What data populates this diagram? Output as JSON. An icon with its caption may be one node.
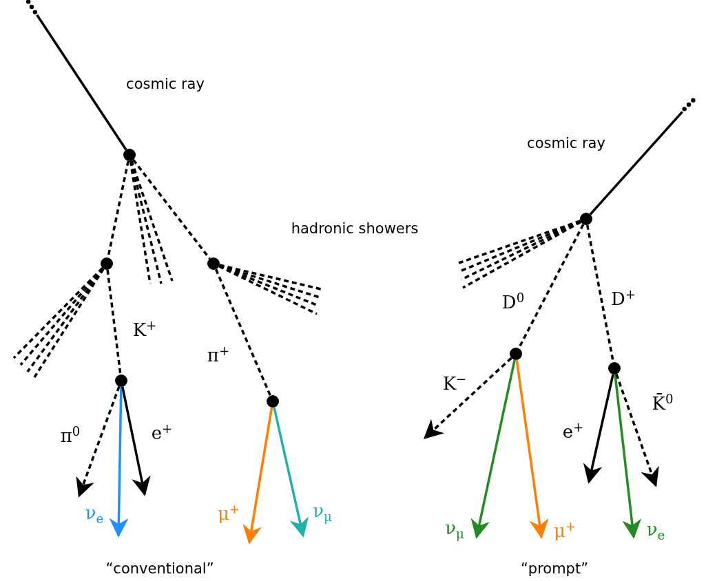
{
  "diagram": {
    "nodes": [
      {
        "text": [],
        "shape": "circle"
      },
      {
        "text": [],
        "shape": "circle"
      },
      {
        "text": [],
        "shape": "circle"
      },
      {
        "text": [],
        "shape": "circle"
      },
      {
        "text": [],
        "shape": "circle"
      },
      {
        "text": [],
        "shape": "circle"
      },
      {
        "text": [],
        "shape": "circle"
      },
      {
        "text": [],
        "shape": "circle"
      },
      {
        "text": [],
        "shape": "dots"
      },
      {
        "text": [],
        "shape": "dots"
      }
    ],
    "edges": [
      {
        "from": 8,
        "to": 0,
        "arrow": "none"
      },
      {
        "from": 0,
        "to": 1,
        "arrow": "none",
        "style": "dashed"
      },
      {
        "from": 0,
        "to": 2,
        "arrow": "none",
        "style": "dashed"
      },
      {
        "from": 0,
        "to": null,
        "arrow": "none",
        "style": "dashed"
      },
      {
        "from": 0,
        "to": null,
        "arrow": "none",
        "style": "dashed"
      },
      {
        "from": 0,
        "to": null,
        "arrow": "none",
        "style": "dashed"
      },
      {
        "from": 1,
        "to": null,
        "arrow": "none",
        "style": "dashed"
      },
      {
        "from": 1,
        "to": null,
        "arrow": "none",
        "style": "dashed"
      },
      {
        "from": 1,
        "to": null,
        "arrow": "none",
        "style": "dashed"
      },
      {
        "from": 1,
        "to": null,
        "arrow": "none",
        "style": "dashed"
      },
      {
        "from": 1,
        "to": 3,
        "label": "K$^{+}$",
        "arrow": "none",
        "style": "dashed"
      },
      {
        "from": 2,
        "to": null,
        "arrow": "none",
        "style": "dashed"
      },
      {
        "from": 2,
        "to": null,
        "arrow": "none",
        "style": "dashed"
      },
      {
        "from": 2,
        "to": null,
        "arrow": "none",
        "style": "dashed"
      },
      {
        "from": 2,
        "to": null,
        "arrow": "none",
        "style": "dashed"
      },
      {
        "from": 2,
        "to": 4,
        "label": "π$^{+}$",
        "arrow": "none",
        "style": "dashed"
      },
      {
        "from": 3,
        "to": null,
        "label": "π$^{0}$",
        "arrow": "to",
        "style": "dashed"
      },
      {
        "from": 3,
        "to": null,
        "label": "ν$_{e}$",
        "arrow": "to",
        "color": "#1e90ff"
      },
      {
        "from": 3,
        "to": null,
        "label": "e$^{+}$",
        "arrow": "to"
      },
      {
        "from": 4,
        "to": null,
        "label": "μ$^{+}$",
        "arrow": "to",
        "color": "#ff8000"
      },
      {
        "from": 4,
        "to": null,
        "label": "ν$_{μ}$",
        "arrow": "to",
        "color": "#20b2aa"
      },
      {
        "from": 9,
        "to": 5,
        "arrow": "none"
      },
      {
        "from": 5,
        "to": null,
        "arrow": "none",
        "style": "dashed"
      },
      {
        "from": 5,
        "to": null,
        "arrow": "none",
        "style": "dashed"
      },
      {
        "from": 5,
        "to": null,
        "arrow": "none",
        "style": "dashed"
      },
      {
        "from": 5,
        "to": null,
        "arrow": "none",
        "style": "dashed"
      },
      {
        "from": 5,
        "to": 6,
        "label": "D$^{0}$",
        "arrow": "none",
        "style": "dashed"
      },
      {
        "from": 5,
        "to": 7,
        "label": "D$^{+}$",
        "arrow": "none",
        "style": "dashed"
      },
      {
        "from": 6,
        "to": null,
        "label": "K$^{−}$",
        "arrow": "to",
        "style": "dashed"
      },
      {
        "from": 6,
        "to": null,
        "label": "ν$_{μ}$",
        "arrow": "to",
        "color": "#228b22"
      },
      {
        "from": 6,
        "to": null,
        "label": "μ$^{+}$",
        "arrow": "to",
        "color": "#ff8000"
      },
      {
        "from": 7,
        "to": null,
        "label": "e$^{+}$",
        "arrow": "to"
      },
      {
        "from": 7,
        "to": null,
        "label": "ν$_{e}$",
        "arrow": "to",
        "color": "#228b22"
      },
      {
        "from": 7,
        "to": null,
        "label": "K̄$^{0}$",
        "arrow": "to",
        "style": "dashed"
      }
    ],
    "labels": [
      "cosmic ray",
      "cosmic ray",
      "hadronic showers",
      "“conventional”",
      "“prompt”"
    ]
  }
}
